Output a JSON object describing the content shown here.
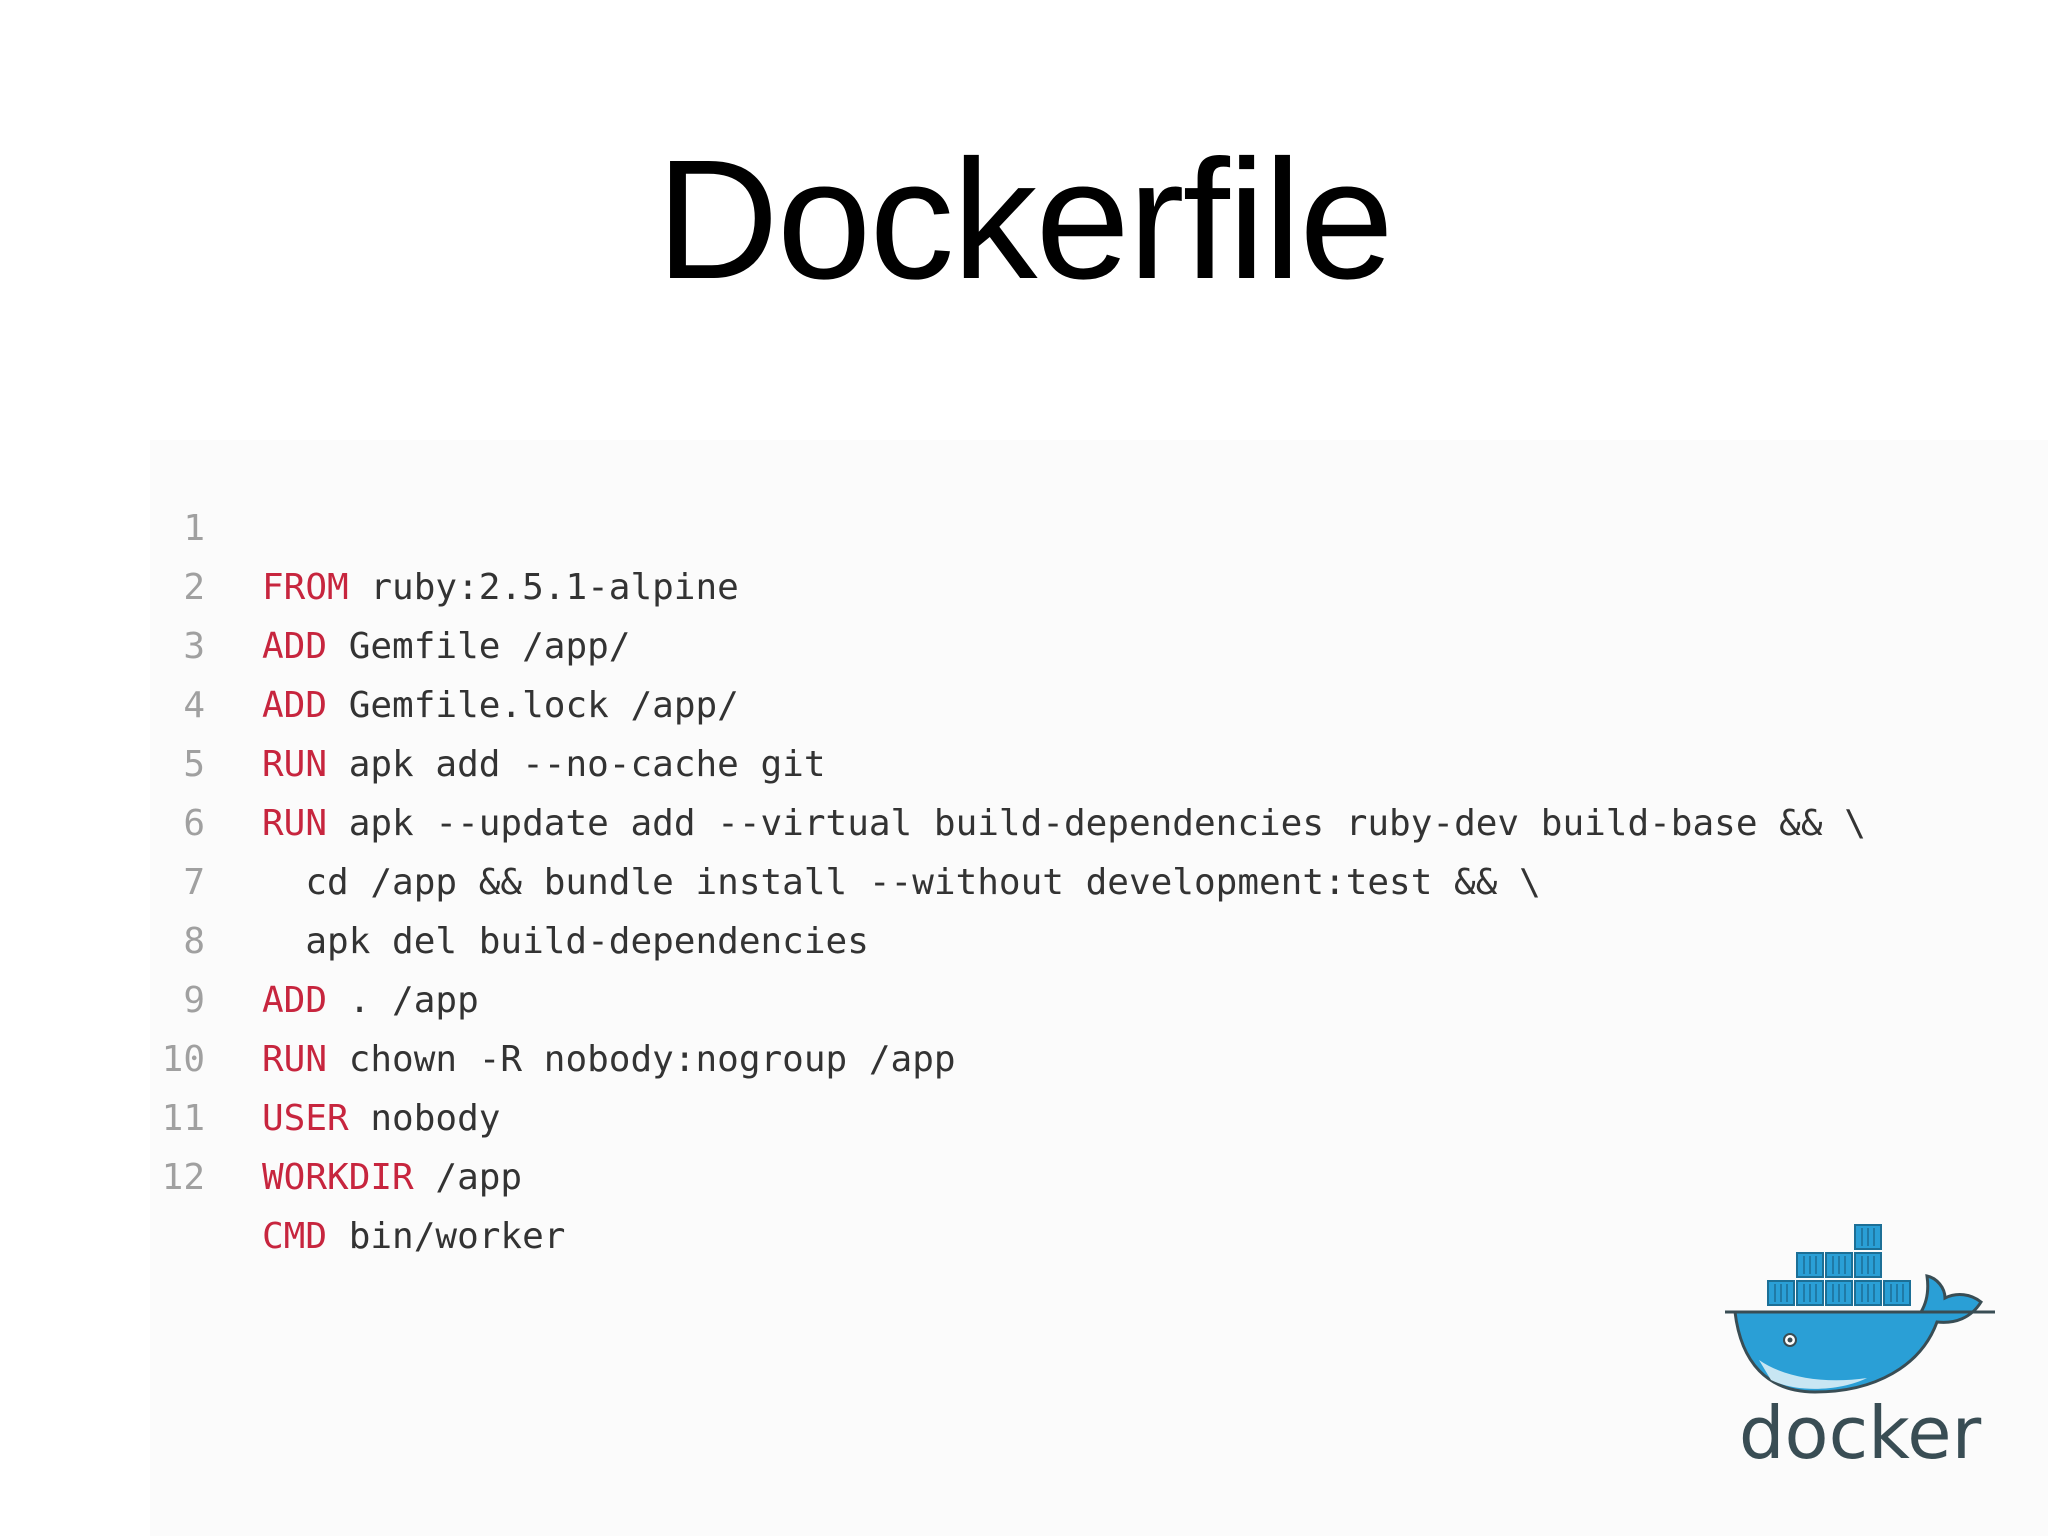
{
  "title": "Dockerfile",
  "code": {
    "lines": [
      {
        "num": "1",
        "kw": "FROM",
        "rest": " ruby:2.5.1-alpine"
      },
      {
        "num": "2",
        "kw": "ADD",
        "rest": " Gemfile /app/"
      },
      {
        "num": "3",
        "kw": "ADD",
        "rest": " Gemfile.lock /app/"
      },
      {
        "num": "4",
        "kw": "RUN",
        "rest": " apk add --no-cache git"
      },
      {
        "num": "5",
        "kw": "RUN",
        "rest": " apk --update add --virtual build-dependencies ruby-dev build-base && \\"
      },
      {
        "num": "6",
        "kw": "",
        "rest": "  cd /app && bundle install --without development:test && \\"
      },
      {
        "num": "7",
        "kw": "",
        "rest": "  apk del build-dependencies"
      },
      {
        "num": "8",
        "kw": "ADD",
        "rest": " . /app"
      },
      {
        "num": "9",
        "kw": "RUN",
        "rest": " chown -R nobody:nogroup /app"
      },
      {
        "num": "10",
        "kw": "USER",
        "rest": " nobody"
      },
      {
        "num": "11",
        "kw": "WORKDIR",
        "rest": " /app"
      },
      {
        "num": "12",
        "kw": "CMD",
        "rest": " bin/worker"
      }
    ]
  },
  "logo": {
    "wordmark": "docker",
    "icon": "docker-whale-icon"
  },
  "colors": {
    "keyword": "#c7253e",
    "code_text": "#333333",
    "line_number": "#a0a0a0",
    "whale_blue": "#2a9fd6",
    "wordmark": "#394d54"
  }
}
